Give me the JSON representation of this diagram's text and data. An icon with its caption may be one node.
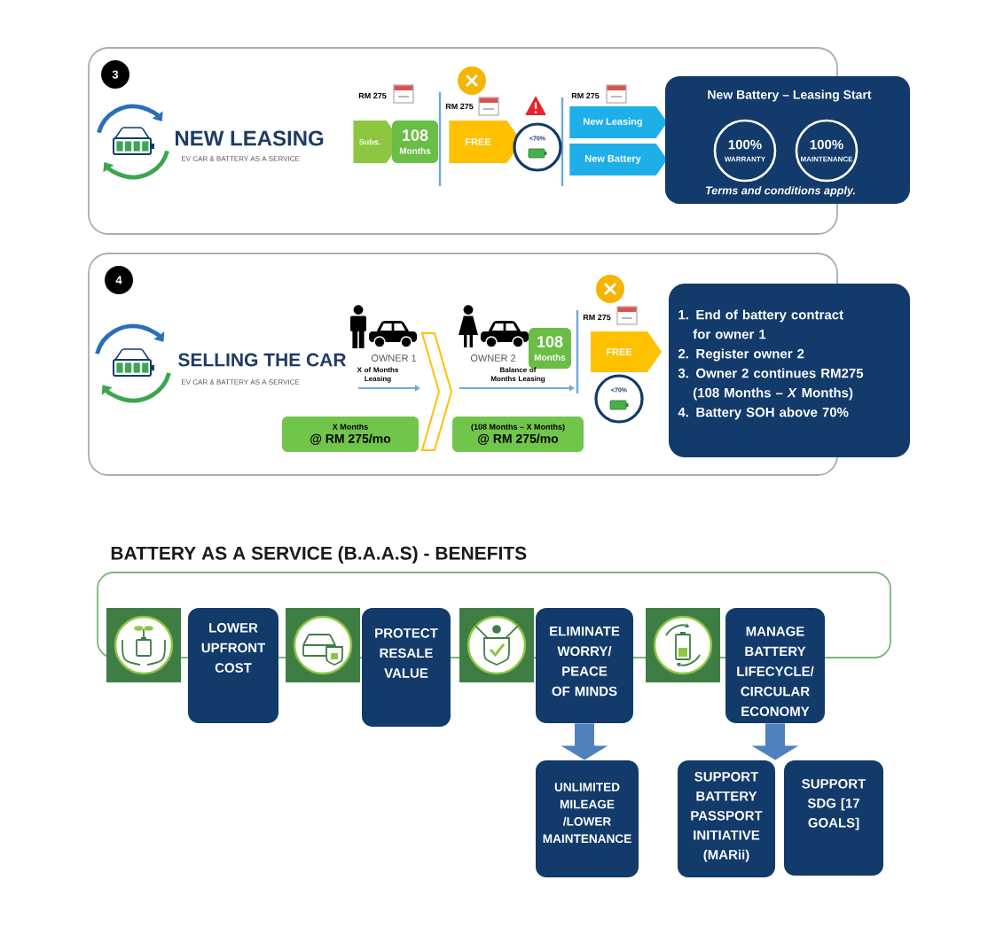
{
  "diagram": {
    "title": "BATTERY AS A SERVICE (B.A.A.S) - BENEFITS",
    "nodes": [
      {
        "text": [
          "NEW LEASING",
          "EV CAR & BATTERY AS A SERVICE"
        ]
      },
      {
        "text": [
          "3"
        ],
        "in": 0
      },
      {
        "text": [
          "Subs."
        ],
        "in": 0,
        "beside": [
          "RM 275"
        ]
      },
      {
        "text": [
          "108",
          "Months"
        ],
        "in": 0
      },
      {
        "text": [
          "FREE"
        ],
        "in": 0,
        "beside": [
          "RM 275"
        ]
      },
      {
        "text": [
          "<70%"
        ],
        "in": 0
      },
      {
        "text": [
          "New Leasing"
        ],
        "in": 0,
        "beside": [
          "RM 275"
        ]
      },
      {
        "text": [
          "New Battery"
        ],
        "in": 0
      },
      {
        "text": [
          "New Battery – Leasing Start",
          "Terms and conditions apply."
        ]
      },
      {
        "text": [
          "100%",
          "WARRANTY"
        ]
      },
      {
        "text": [
          "100%",
          "MAINTENANCE"
        ],
        "in": 8
      },
      {
        "text": [
          "SELLING THE CAR",
          "EV CAR & BATTERY AS A SERVICE"
        ]
      },
      {
        "text": [
          "4"
        ],
        "in": 11
      },
      {
        "text": [
          "X Months",
          "@ RM 275/mo"
        ],
        "in": 11
      },
      {
        "text": [
          "(108 Months – X Months)",
          "@ RM 275/mo"
        ],
        "in": 11
      },
      {
        "text": [
          "108",
          "Months"
        ],
        "in": 11
      },
      {
        "text": [
          "FREE"
        ],
        "in": 11,
        "beside": [
          "RM 275"
        ]
      },
      {
        "text": [
          "<70%"
        ],
        "in": 11
      },
      {
        "text": [
          "1. End of battery contract for owner 1",
          "2. Register owner 2",
          "3. Owner 2 continues RM275 (108 Months – *X* Months)",
          "4. Battery SOH above 70%"
        ]
      },
      {
        "text": [
          "LOWER UPFRONT COST"
        ]
      },
      {
        "text": [
          "PROTECT RESALE VALUE"
        ]
      },
      {
        "text": [
          "ELIMINATE WORRY/ PEACE OF MINDS"
        ]
      },
      {
        "text": [
          "MANAGE BATTERY LIFECYCLE/ CIRCULAR ECONOMY"
        ]
      },
      {
        "text": [
          "UNLIMITED MILEAGE /LOWER MAINTENANCE"
        ]
      },
      {
        "text": [
          "SUPPORT BATTERY PASSPORT INITIATIVE (MARii)"
        ]
      },
      {
        "text": [
          "SUPPORT SDG [17 GOALS]"
        ]
      }
    ],
    "edges": [
      {
        "from": 21,
        "to": 23,
        "arrow": "to"
      },
      {
        "from": 22,
        "to": 24,
        "arrow": "to"
      },
      {
        "from": 22,
        "to": 25,
        "arrow": "to"
      }
    ],
    "labels": [
      "OWNER 1",
      "X of Months Leasing",
      "OWNER 2",
      "Balance of Months Leasing"
    ]
  }
}
